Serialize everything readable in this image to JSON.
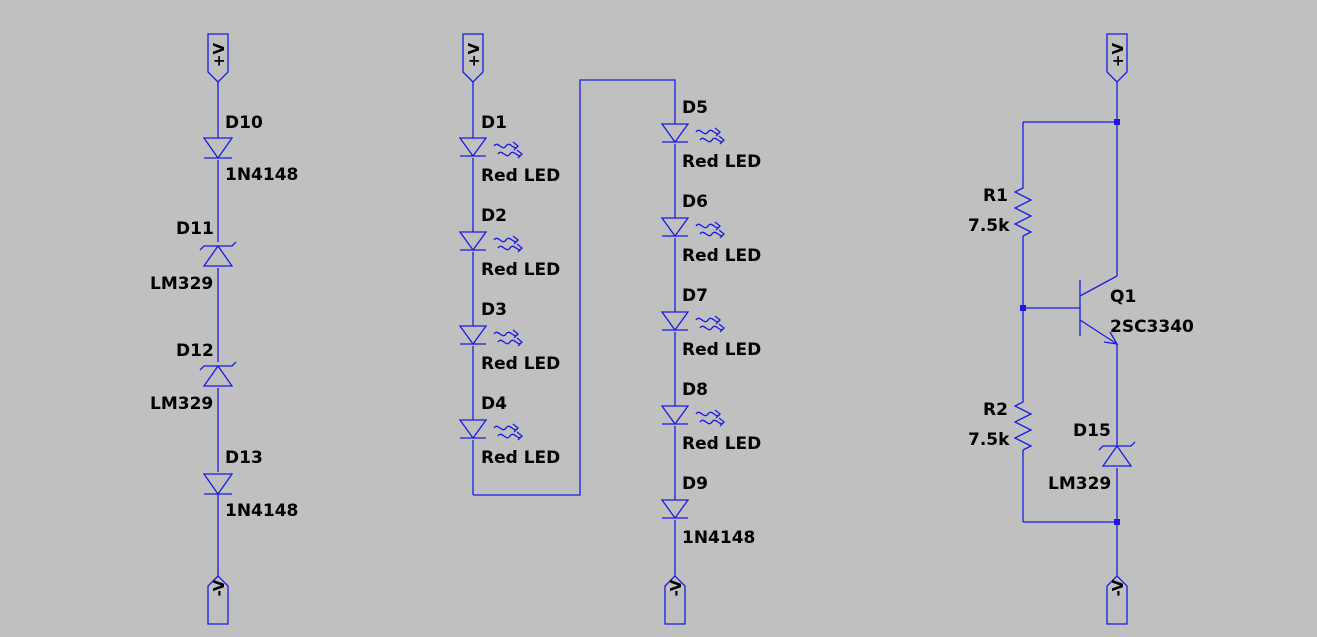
{
  "colors": {
    "background": "#c0c0c0",
    "wire": "#1b1be6",
    "text": "#000000"
  },
  "supplies": {
    "positive": "+V",
    "negative": "-V"
  },
  "left_string": {
    "D10": {
      "ref": "D10",
      "value": "1N4148"
    },
    "D11": {
      "ref": "D11",
      "value": "LM329"
    },
    "D12": {
      "ref": "D12",
      "value": "LM329"
    },
    "D13": {
      "ref": "D13",
      "value": "1N4148"
    }
  },
  "led_string": {
    "D1": {
      "ref": "D1",
      "value": "Red LED"
    },
    "D2": {
      "ref": "D2",
      "value": "Red LED"
    },
    "D3": {
      "ref": "D3",
      "value": "Red LED"
    },
    "D4": {
      "ref": "D4",
      "value": "Red LED"
    },
    "D5": {
      "ref": "D5",
      "value": "Red LED"
    },
    "D6": {
      "ref": "D6",
      "value": "Red LED"
    },
    "D7": {
      "ref": "D7",
      "value": "Red LED"
    },
    "D8": {
      "ref": "D8",
      "value": "Red LED"
    },
    "D9": {
      "ref": "D9",
      "value": "1N4148"
    }
  },
  "regulator": {
    "R1": {
      "ref": "R1",
      "value": "7.5k"
    },
    "R2": {
      "ref": "R2",
      "value": "7.5k"
    },
    "Q1": {
      "ref": "Q1",
      "value": "2SC3340"
    },
    "D15": {
      "ref": "D15",
      "value": "LM329"
    }
  }
}
